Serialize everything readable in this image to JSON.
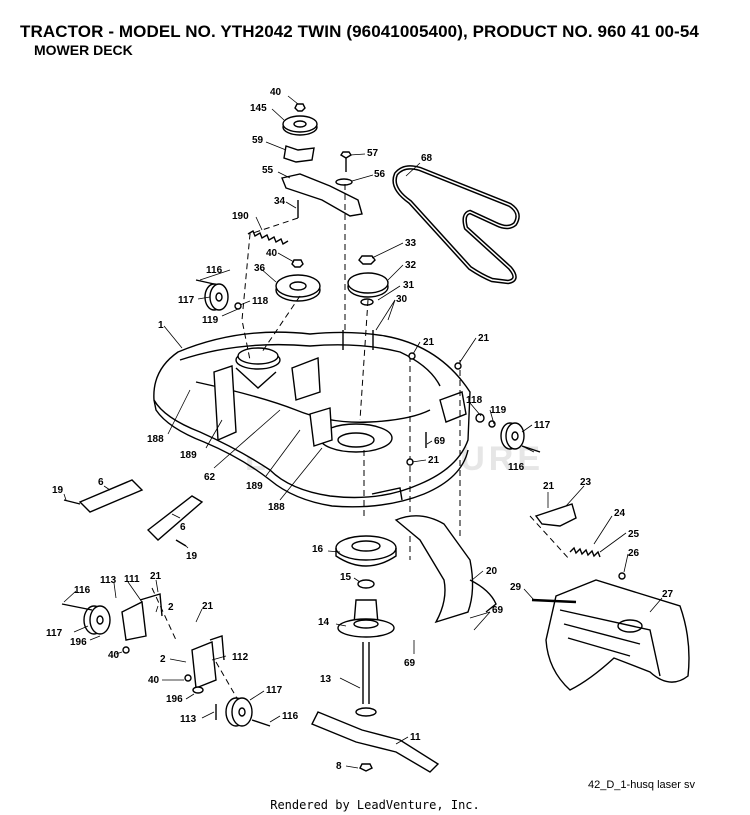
{
  "header": {
    "title": "TRACTOR - MODEL NO. YTH2042 TWIN (96041005400), PRODUCT NO. 960 41 00-54",
    "subtitle": "MOWER DECK"
  },
  "diagram_code": "42_D_1-husq laser sv",
  "footer": "Rendered by LeadVenture, Inc.",
  "watermark": "LEADVENTURE",
  "callouts": {
    "c40a": "40",
    "c145": "145",
    "c59": "59",
    "c57": "57",
    "c56": "56",
    "c68": "68",
    "c55": "55",
    "c34": "34",
    "c190": "190",
    "c40b": "40",
    "c33": "33",
    "c36": "36",
    "c32": "32",
    "c116a": "116",
    "c31": "31",
    "c117a": "117",
    "c118a": "118",
    "c30": "30",
    "c119a": "119",
    "c1": "1",
    "c21a": "21",
    "c21b": "21",
    "c118b": "118",
    "c119b": "119",
    "c117b": "117",
    "c188a": "188",
    "c69a": "69",
    "c189a": "189",
    "c21c": "21",
    "c116b": "116",
    "c62": "62",
    "c189b": "189",
    "c188b": "188",
    "c19a": "19",
    "c6a": "6",
    "c21d": "21",
    "c23": "23",
    "c6b": "6",
    "c24": "24",
    "c25": "25",
    "c19b": "19",
    "c16": "16",
    "c26": "26",
    "c20": "20",
    "c15": "15",
    "c29": "29",
    "c27": "27",
    "c113a": "113",
    "c111": "111",
    "c21e": "21",
    "c116c": "116",
    "c2a": "2",
    "c21f": "21",
    "c14": "14",
    "c69b": "69",
    "c117c": "117",
    "c196a": "196",
    "c40c": "40",
    "c112": "112",
    "c2b": "2",
    "c69c": "69",
    "c40d": "40",
    "c13": "13",
    "c117d": "117",
    "c196b": "196",
    "c113b": "113",
    "c116d": "116",
    "c11": "11",
    "c8": "8"
  }
}
